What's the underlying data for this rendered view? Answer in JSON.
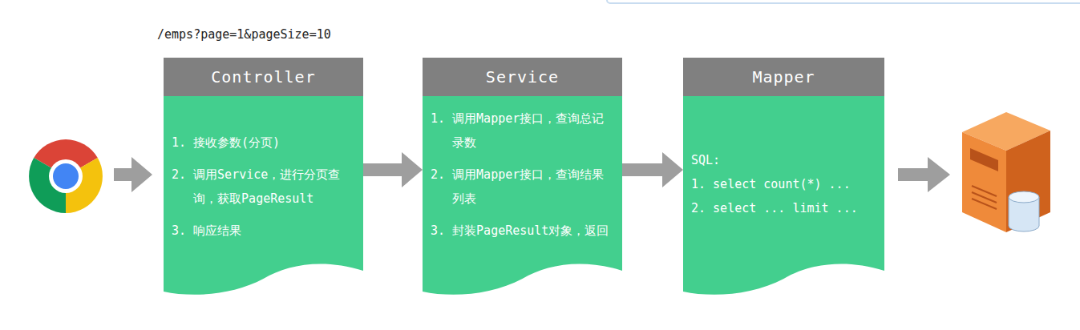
{
  "diagram": {
    "nodes": [
      {
        "text": [
          "Controller",
          "1. 接收参数(分页)",
          "2. 调用Service，进行分页查询，获取PageResult",
          "3. 响应结果"
        ]
      },
      {
        "text": [
          "Service",
          "1. 调用Mapper接口，查询总记录数",
          "2. 调用Mapper接口，查询结果列表",
          "3. 封装PageResult对象，返回"
        ]
      },
      {
        "text": [
          "Mapper",
          "SQL:",
          "1. select count(*) ...",
          "2. select ... limit ..."
        ]
      }
    ],
    "edges": [
      {
        "from": 0,
        "to": 1,
        "arrow": "to"
      },
      {
        "from": 1,
        "to": 2,
        "arrow": "to"
      }
    ],
    "labels": [
      "/emps?page=1&pageSize=10"
    ]
  }
}
